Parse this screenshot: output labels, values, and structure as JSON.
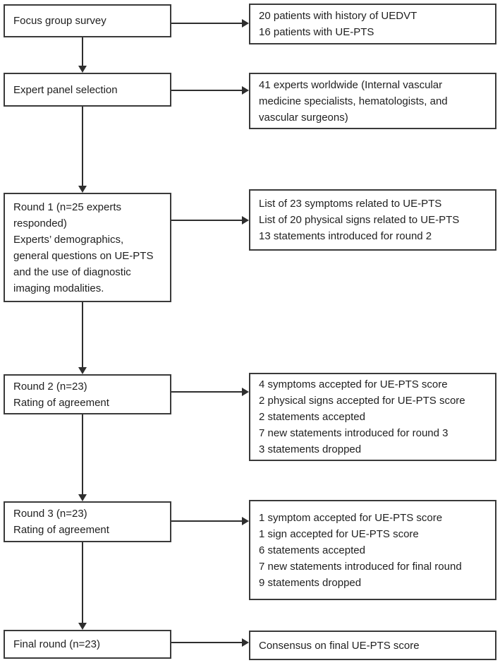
{
  "colors": {
    "background": "#ffffff",
    "box_border": "#3a3a3a",
    "arrow": "#2e2e2e",
    "text": "#1f1f1f"
  },
  "flow": {
    "steps": [
      {
        "left": "Focus group survey",
        "right": "20 patients with history of UEDVT\n16 patients with UE-PTS"
      },
      {
        "left": "Expert panel selection",
        "right": "41 experts worldwide (Internal vascular\nmedicine specialists, hematologists, and\nvascular surgeons)"
      },
      {
        "left": "Round 1 (n=25 experts\nresponded)\nExperts’ demographics,\ngeneral questions on UE-PTS\nand the use of diagnostic\nimaging modalities.",
        "right": "List of 23 symptoms related to UE-PTS\nList of 20 physical signs related to UE-PTS\n13 statements introduced for round 2"
      },
      {
        "left": "Round 2 (n=23)\nRating of agreement",
        "right": "4 symptoms accepted for UE-PTS score\n2 physical signs accepted for UE-PTS score\n2 statements accepted\n7 new statements introduced for round 3\n3 statements dropped"
      },
      {
        "left": "Round 3 (n=23)\nRating of agreement",
        "right": "1 symptom accepted for UE-PTS score\n1 sign accepted for UE-PTS score\n6 statements accepted\n7 new statements introduced for final round\n9 statements dropped"
      },
      {
        "left": "Final round (n=23)",
        "right": "Consensus on final UE-PTS score"
      }
    ]
  }
}
